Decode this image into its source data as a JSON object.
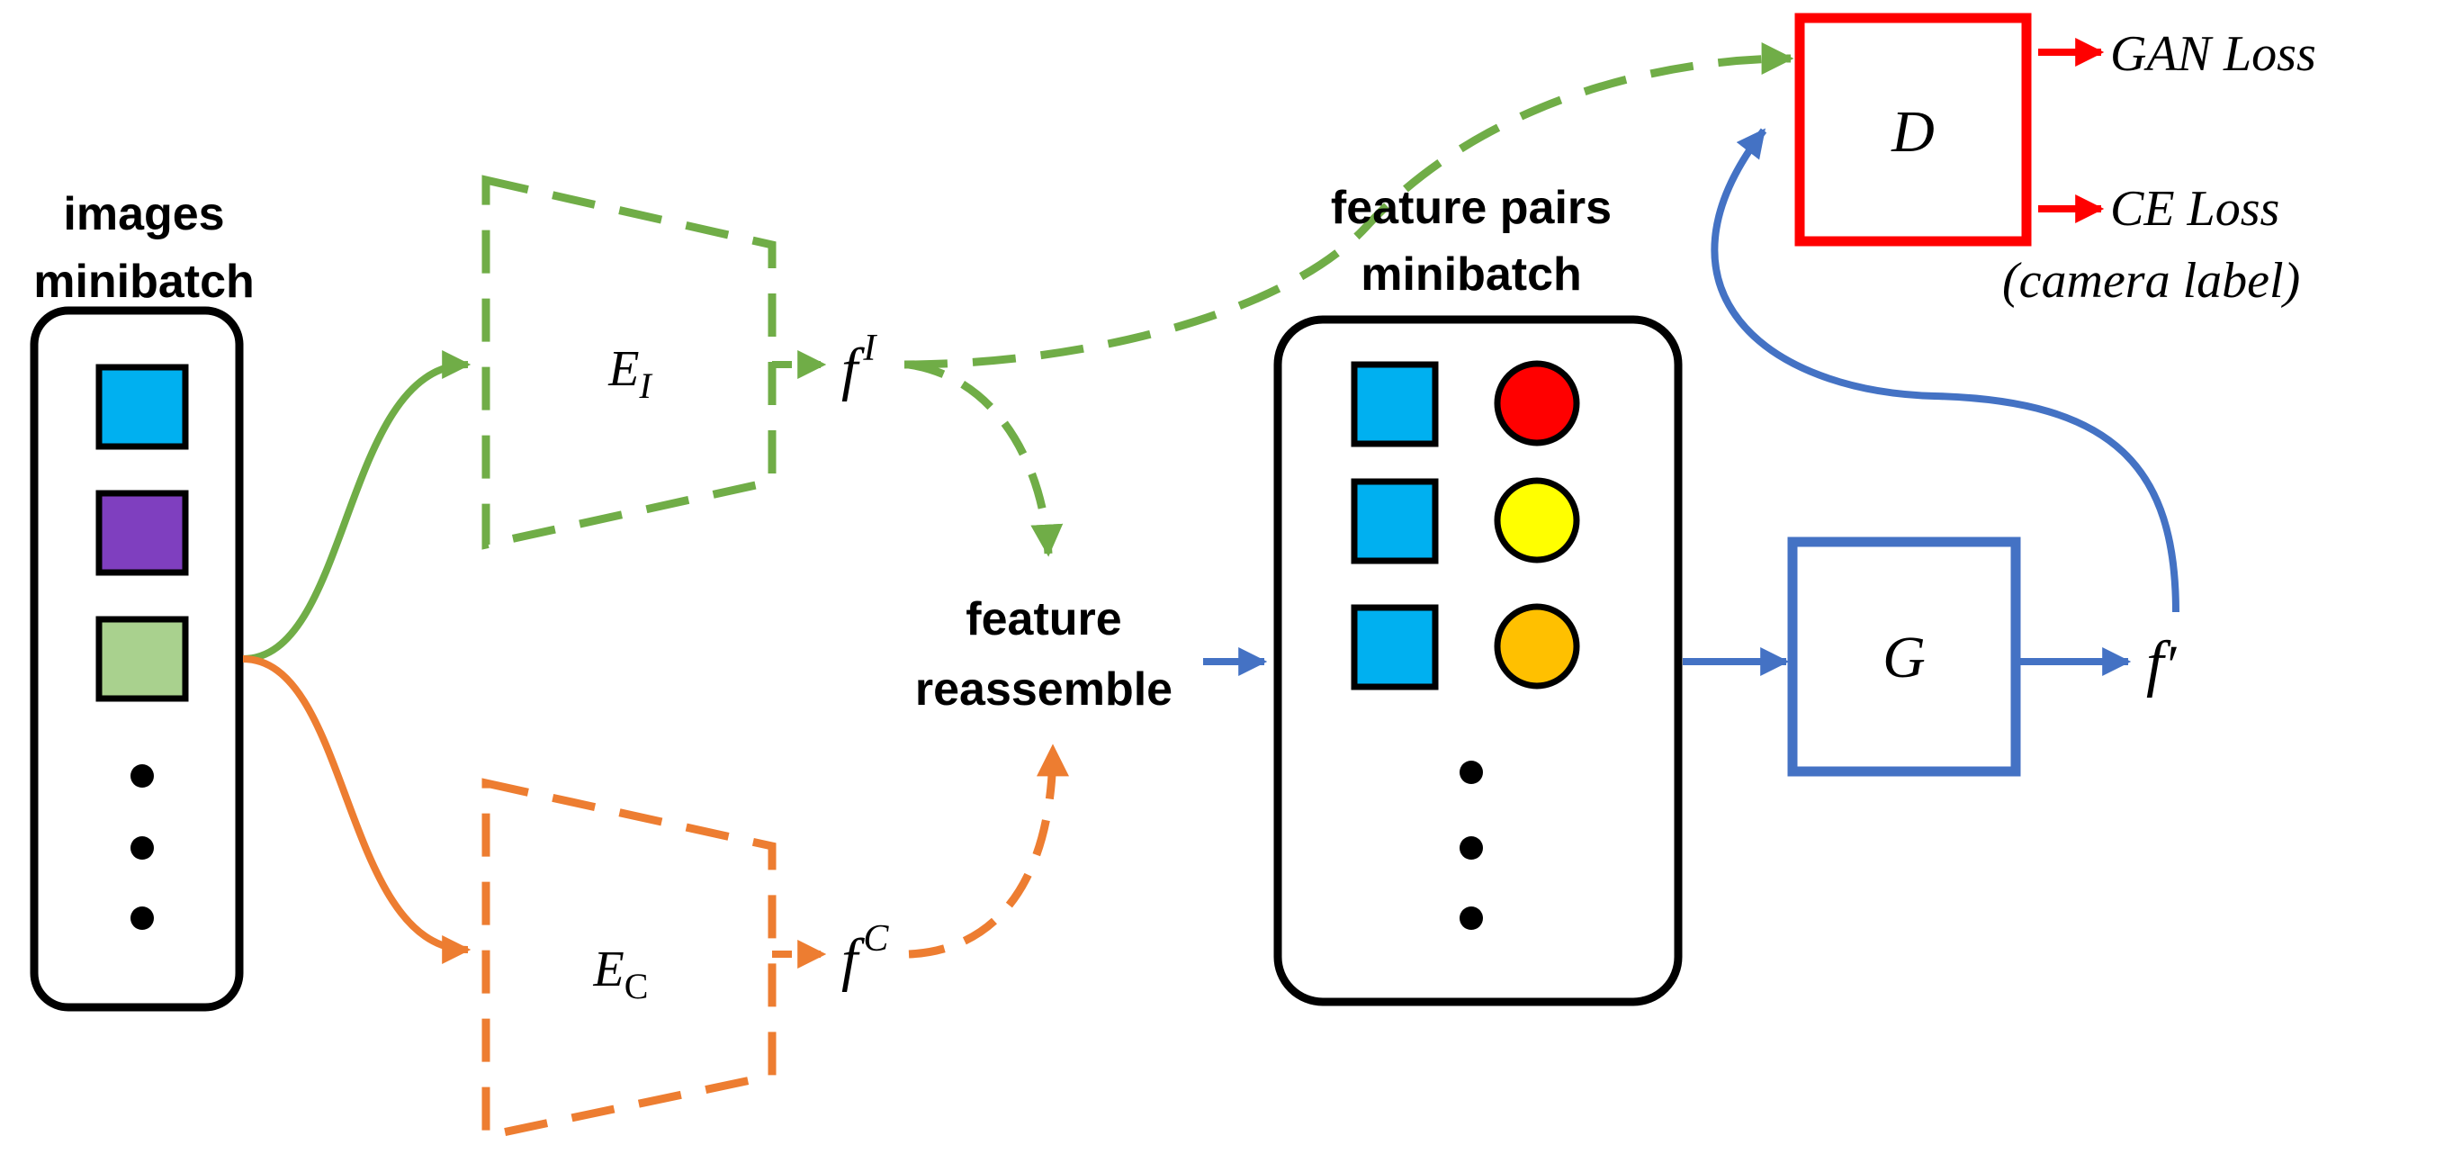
{
  "colors": {
    "green": "#70ad47",
    "orange": "#ed7d31",
    "blue": "#4472c4",
    "red": "#ff0000",
    "swatch_blue": "#00b0f0",
    "swatch_purple": "#7f3fbf",
    "swatch_green": "#a9d18e",
    "dot_red": "#ff0000",
    "dot_yellow": "#ffff00",
    "dot_orange": "#ffc000"
  },
  "images_minibatch": {
    "title_line1": "images",
    "title_line2": "minibatch",
    "items": [
      "blue-square",
      "purple-square",
      "green-square"
    ],
    "ellipsis": "more items"
  },
  "encoder_identity": {
    "symbol": "E",
    "subscript": "I"
  },
  "encoder_camera": {
    "symbol": "E",
    "subscript": "C"
  },
  "feature_identity": {
    "symbol": "f",
    "superscript": "I"
  },
  "feature_camera": {
    "symbol": "f",
    "superscript": "C"
  },
  "feature_reassemble": {
    "line1": "feature",
    "line2": "reassemble"
  },
  "feature_pairs_minibatch": {
    "title_line1": "feature pairs",
    "title_line2": "minibatch",
    "pairs": [
      {
        "square": "blue-square",
        "circle": "red-circle"
      },
      {
        "square": "blue-square",
        "circle": "yellow-circle"
      },
      {
        "square": "blue-square",
        "circle": "orange-circle"
      }
    ]
  },
  "generator": {
    "label": "G"
  },
  "generated_feature": {
    "symbol": "f",
    "prime": "′"
  },
  "discriminator": {
    "label": "D"
  },
  "outputs": {
    "gan_loss": "GAN Loss",
    "ce_loss": "CE Loss",
    "ce_note": "(camera label)"
  }
}
